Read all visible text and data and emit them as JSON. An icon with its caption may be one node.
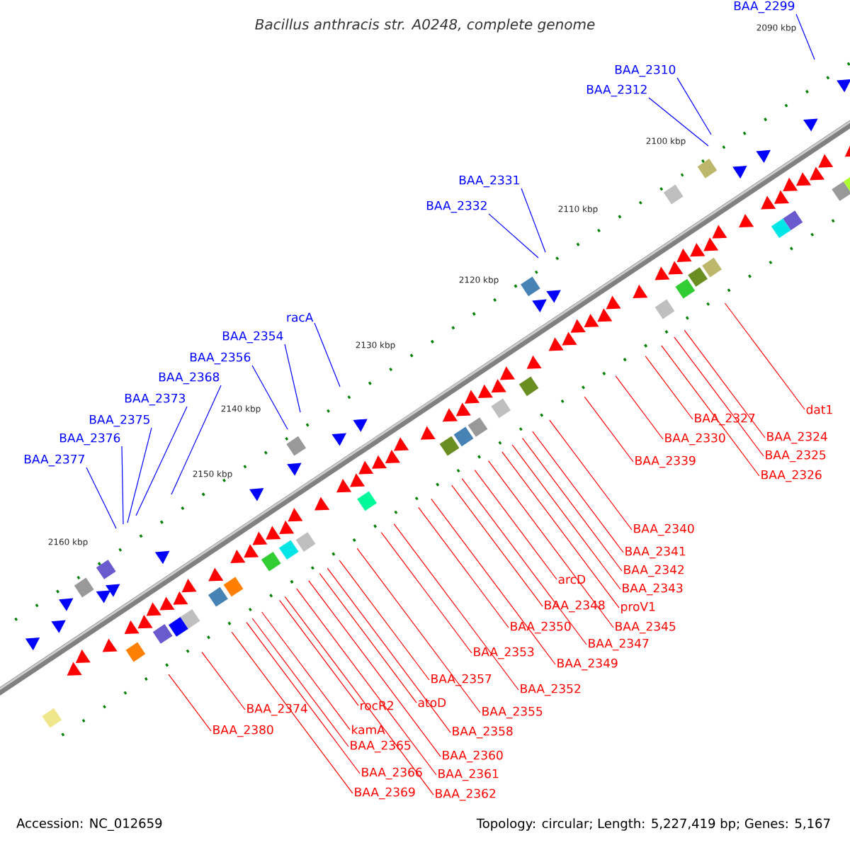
{
  "diagram": {
    "title": "Bacillus anthracis str. A0248, complete genome",
    "nodes": [
      {
        "text": [
          "BAA_2299"
        ]
      },
      {
        "text": [
          "BAA_2310"
        ]
      },
      {
        "text": [
          "BAA_2312"
        ]
      },
      {
        "text": [
          "BAA_2331"
        ]
      },
      {
        "text": [
          "BAA_2332"
        ]
      },
      {
        "text": [
          "racA"
        ]
      },
      {
        "text": [
          "BAA_2354"
        ]
      },
      {
        "text": [
          "BAA_2356"
        ]
      },
      {
        "text": [
          "BAA_2368"
        ]
      },
      {
        "text": [
          "BAA_2373"
        ]
      },
      {
        "text": [
          "BAA_2375"
        ]
      },
      {
        "text": [
          "BAA_2376"
        ]
      },
      {
        "text": [
          "BAA_2377"
        ]
      },
      {
        "text": [
          "dat1"
        ]
      },
      {
        "text": [
          "BAA_2327"
        ]
      },
      {
        "text": [
          "BAA_2324"
        ]
      },
      {
        "text": [
          "BAA_2330"
        ]
      },
      {
        "text": [
          "BAA_2325"
        ]
      },
      {
        "text": [
          "BAA_2339"
        ]
      },
      {
        "text": [
          "BAA_2326"
        ]
      },
      {
        "text": [
          "BAA_2340"
        ]
      },
      {
        "text": [
          "BAA_2341"
        ]
      },
      {
        "text": [
          "BAA_2342"
        ]
      },
      {
        "text": [
          "arcD"
        ]
      },
      {
        "text": [
          "BAA_2343"
        ]
      },
      {
        "text": [
          "BAA_2348"
        ]
      },
      {
        "text": [
          "proV1"
        ]
      },
      {
        "text": [
          "BAA_2350"
        ]
      },
      {
        "text": [
          "BAA_2345"
        ]
      },
      {
        "text": [
          "BAA_2347"
        ]
      },
      {
        "text": [
          "BAA_2353"
        ]
      },
      {
        "text": [
          "BAA_2349"
        ]
      },
      {
        "text": [
          "BAA_2357"
        ]
      },
      {
        "text": [
          "BAA_2352"
        ]
      },
      {
        "text": [
          "atoD"
        ]
      },
      {
        "text": [
          "rocR2"
        ]
      },
      {
        "text": [
          "BAA_2374"
        ]
      },
      {
        "text": [
          "BAA_2355"
        ]
      },
      {
        "text": [
          "kamA"
        ]
      },
      {
        "text": [
          "BAA_2380"
        ]
      },
      {
        "text": [
          "BAA_2358"
        ]
      },
      {
        "text": [
          "BAA_2365"
        ]
      },
      {
        "text": [
          "BAA_2360"
        ]
      },
      {
        "text": [
          "BAA_2366"
        ]
      },
      {
        "text": [
          "BAA_2361"
        ]
      },
      {
        "text": [
          "BAA_2369"
        ]
      },
      {
        "text": [
          "BAA_2362"
        ]
      }
    ],
    "edges": [
      {
        "from": 0,
        "to": null,
        "arrow": "none",
        "color": "#0000ff"
      },
      {
        "from": 1,
        "to": null,
        "arrow": "none",
        "color": "#0000ff"
      },
      {
        "from": 2,
        "to": null,
        "arrow": "none",
        "color": "#0000ff"
      },
      {
        "from": 3,
        "to": null,
        "arrow": "none",
        "color": "#0000ff"
      },
      {
        "from": 4,
        "to": null,
        "arrow": "none",
        "color": "#0000ff"
      },
      {
        "from": 5,
        "to": null,
        "arrow": "none",
        "color": "#0000ff"
      },
      {
        "from": 6,
        "to": null,
        "arrow": "none",
        "color": "#0000ff"
      },
      {
        "from": 7,
        "to": null,
        "arrow": "none",
        "color": "#0000ff"
      },
      {
        "from": 8,
        "to": null,
        "arrow": "none",
        "color": "#0000ff"
      },
      {
        "from": 9,
        "to": null,
        "arrow": "none",
        "color": "#0000ff"
      },
      {
        "from": 10,
        "to": null,
        "arrow": "none",
        "color": "#0000ff"
      },
      {
        "from": 11,
        "to": null,
        "arrow": "none",
        "color": "#0000ff"
      },
      {
        "from": 12,
        "to": null,
        "arrow": "none",
        "color": "#0000ff"
      },
      {
        "from": 13,
        "to": null,
        "arrow": "none"
      },
      {
        "from": 14,
        "to": null,
        "arrow": "none"
      },
      {
        "from": 15,
        "to": null,
        "arrow": "none"
      },
      {
        "from": 16,
        "to": null,
        "arrow": "none"
      },
      {
        "from": 17,
        "to": null,
        "arrow": "none"
      },
      {
        "from": 18,
        "to": null,
        "arrow": "none"
      },
      {
        "from": 19,
        "to": null,
        "arrow": "none"
      },
      {
        "from": 20,
        "to": null,
        "arrow": "none"
      },
      {
        "from": 21,
        "to": null,
        "arrow": "none"
      },
      {
        "from": 22,
        "to": null,
        "arrow": "none"
      },
      {
        "from": 23,
        "to": null,
        "arrow": "none"
      },
      {
        "from": 24,
        "to": null,
        "arrow": "none"
      },
      {
        "from": 25,
        "to": null,
        "arrow": "none"
      },
      {
        "from": 26,
        "to": null,
        "arrow": "none"
      },
      {
        "from": 27,
        "to": null,
        "arrow": "none"
      },
      {
        "from": 28,
        "to": null,
        "arrow": "none"
      },
      {
        "from": 29,
        "to": null,
        "arrow": "none"
      },
      {
        "from": 30,
        "to": null,
        "arrow": "none"
      },
      {
        "from": 31,
        "to": null,
        "arrow": "none"
      },
      {
        "from": 32,
        "to": null,
        "arrow": "none"
      },
      {
        "from": 33,
        "to": null,
        "arrow": "none"
      },
      {
        "from": 34,
        "to": null,
        "arrow": "none"
      },
      {
        "from": 35,
        "to": null,
        "arrow": "none"
      },
      {
        "from": 36,
        "to": null,
        "arrow": "none"
      },
      {
        "from": 37,
        "to": null,
        "arrow": "none"
      },
      {
        "from": 38,
        "to": null,
        "arrow": "none"
      },
      {
        "from": 39,
        "to": null,
        "arrow": "none"
      },
      {
        "from": 40,
        "to": null,
        "arrow": "none"
      },
      {
        "from": 41,
        "to": null,
        "arrow": "none"
      },
      {
        "from": 42,
        "to": null,
        "arrow": "none"
      },
      {
        "from": 43,
        "to": null,
        "arrow": "none"
      },
      {
        "from": 44,
        "to": null,
        "arrow": "none"
      },
      {
        "from": 45,
        "to": null,
        "arrow": "none"
      },
      {
        "from": 46,
        "to": null,
        "arrow": "none"
      }
    ],
    "labels": [
      "2090 kbp",
      "2100 kbp",
      "2110 kbp",
      "2120 kbp",
      "2130 kbp",
      "2140 kbp",
      "2150 kbp",
      "2160 kbp",
      "Accession: NC_012659",
      "Topology: circular; Length: 5,227,419 bp; Genes: 5,167"
    ]
  }
}
